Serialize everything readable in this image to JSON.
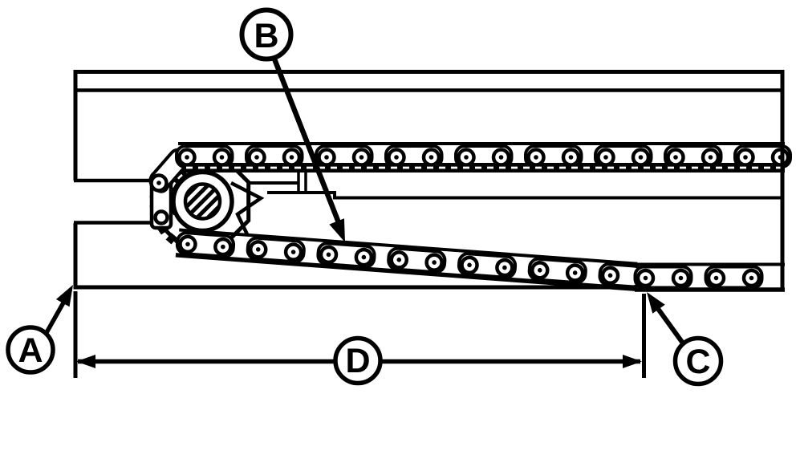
{
  "diagram": {
    "background_color": "#ffffff",
    "line_color": "#000000",
    "callouts": {
      "a": "A",
      "b": "B",
      "c": "C",
      "d": "D"
    }
  }
}
